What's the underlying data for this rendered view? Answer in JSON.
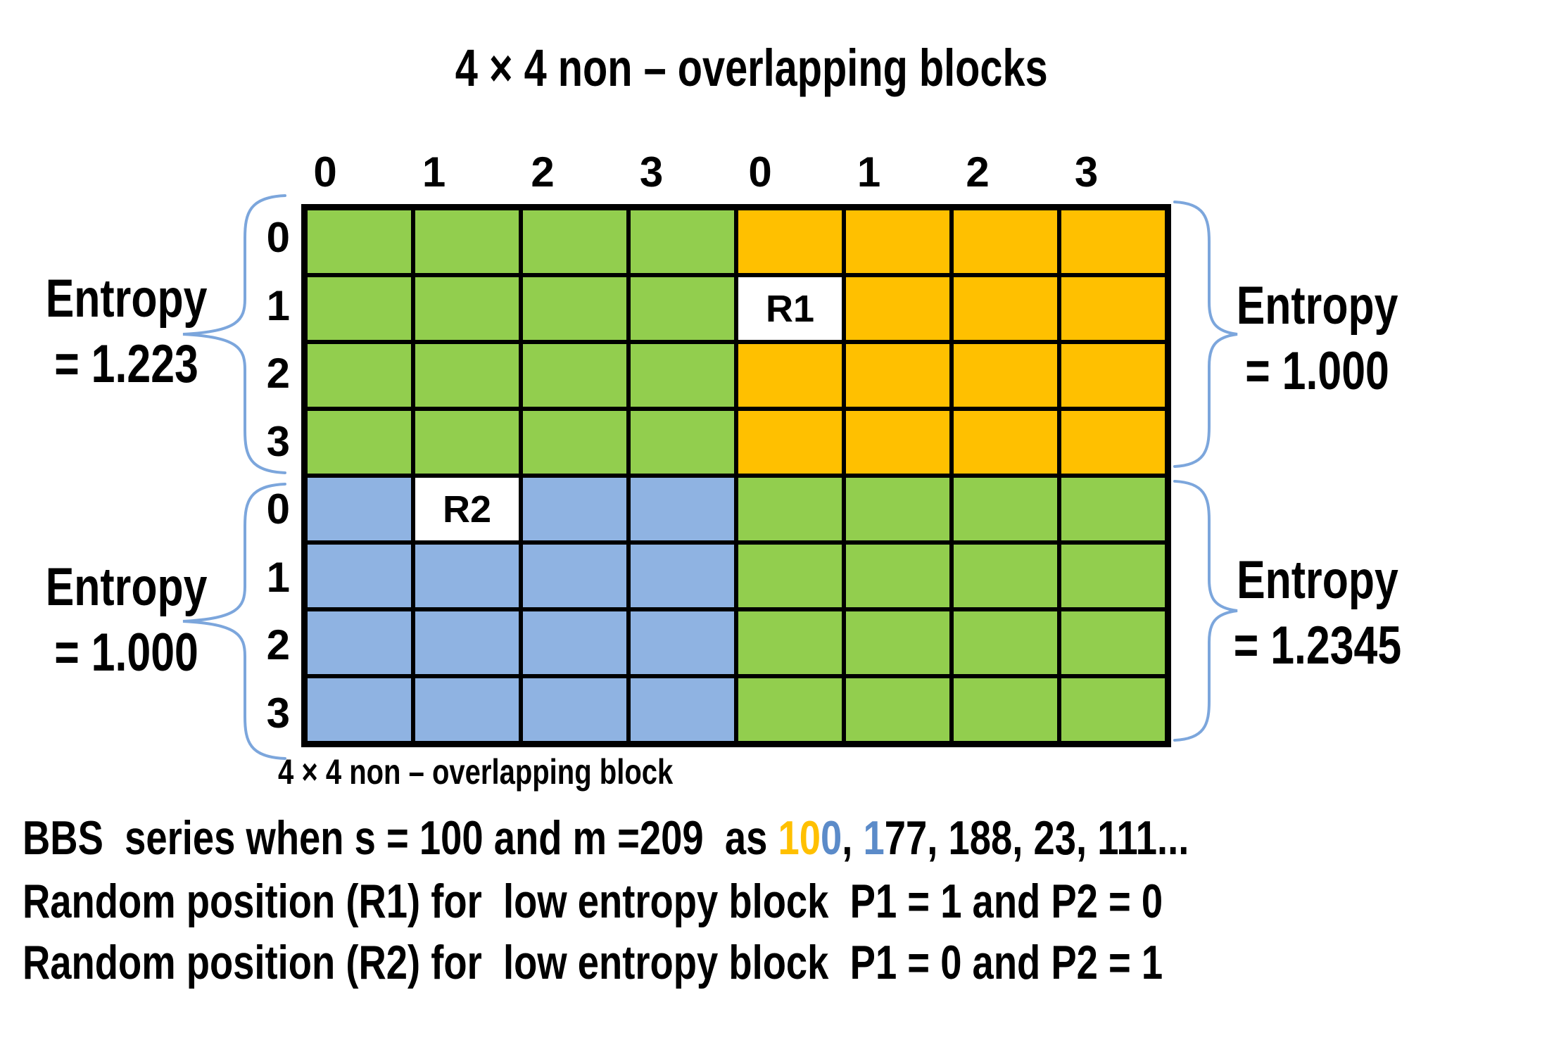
{
  "title": "4 × 4 non – overlapping blocks",
  "caption": "4 × 4 non – overlapping block",
  "grid": {
    "col_headers": [
      "0",
      "1",
      "2",
      "3",
      "0",
      "1",
      "2",
      "3"
    ],
    "row_headers": [
      "0",
      "1",
      "2",
      "3",
      "0",
      "1",
      "2",
      "3"
    ],
    "quadrants": {
      "top_left": "green",
      "top_right": "orange",
      "bottom_left": "blue",
      "bottom_right": "green"
    },
    "special_cells": [
      {
        "row": 1,
        "col": 4,
        "label": "R1",
        "color": "white"
      },
      {
        "row": 4,
        "col": 1,
        "label": "R2",
        "color": "white"
      }
    ]
  },
  "entropy_labels": {
    "left_top": {
      "line1": "Entropy",
      "line2": "= 1.223"
    },
    "left_bottom": {
      "line1": "Entropy",
      "line2": "= 1.000"
    },
    "right_top": {
      "line1": "Entropy",
      "line2": "= 1.000"
    },
    "right_bottom": {
      "line1": "Entropy",
      "line2": "= 1.2345"
    }
  },
  "bbs_line": {
    "segments": [
      {
        "text": "BBS  series when s = 100 and m =209  as ",
        "color": "#000000"
      },
      {
        "text": "10",
        "color": "#FFC000"
      },
      {
        "text": "0",
        "color": "#5B8BC9"
      },
      {
        "text": ", ",
        "color": "#000000"
      },
      {
        "text": "1",
        "color": "#5B8BC9"
      },
      {
        "text": "77, 188, 23, 111...",
        "color": "#000000"
      }
    ]
  },
  "lines": {
    "random_r1": "Random position (R1) for  low entropy block  P1 = 1 and P2 = 0",
    "random_r2": "Random position (R2) for  low entropy block  P1 = 0 and P2 = 1"
  },
  "colors": {
    "green": "#92CE4E",
    "orange": "#FFC000",
    "blue": "#8FB3E2",
    "white": "#FFFFFF",
    "grid_line": "#000000",
    "brace": "#7CA6DC",
    "text": "#000000"
  }
}
